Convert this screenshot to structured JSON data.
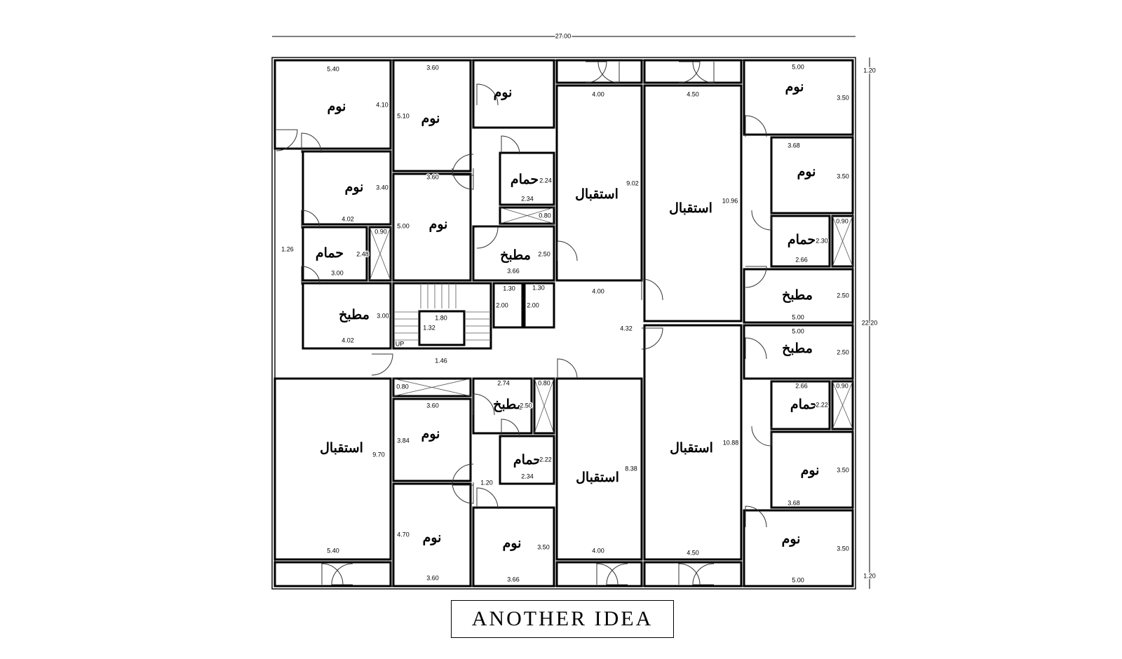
{
  "rooms": {
    "bedroom": "نوم",
    "bathroom": "حمام",
    "kitchen": "مطبخ",
    "reception": "استقبال"
  },
  "stair_label": "UP",
  "overall_width": "27.00",
  "overall_height": "22.20",
  "dimensions": [
    "5.40",
    "4.10",
    "3.60",
    "5.10",
    "3.60",
    "5.00",
    "4.00",
    "9.02",
    "4.50",
    "10.96",
    "5.00",
    "3.50",
    "3.68",
    "3.50",
    "0.90",
    "2.30",
    "2.66",
    "2.50",
    "5.00",
    "5.00",
    "2.50",
    "2.66",
    "0.90",
    "2.22",
    "10.88",
    "3.50",
    "3.68",
    "3.50",
    "5.00",
    "4.50",
    "4.00",
    "8.38",
    "3.66",
    "3.50",
    "3.60",
    "4.70",
    "1.20",
    "2.34",
    "2.22",
    "3.84",
    "3.60",
    "0.80",
    "2.74",
    "2.50",
    "0.80",
    "1.46",
    "9.70",
    "5.40",
    "4.02",
    "3.00",
    "1.26",
    "3.00",
    "2.48",
    "0.90",
    "4.02",
    "3.40",
    "2.24",
    "2.34",
    "0.80",
    "3.66",
    "2.50",
    "4.00",
    "1.30",
    "2.00",
    "1.30",
    "2.00",
    "1.80",
    "1.32",
    "4.32",
    "1.20",
    "1.20"
  ],
  "title": "ANOTHER IDEA",
  "colors": {
    "lines": "#000000",
    "background": "#ffffff"
  }
}
